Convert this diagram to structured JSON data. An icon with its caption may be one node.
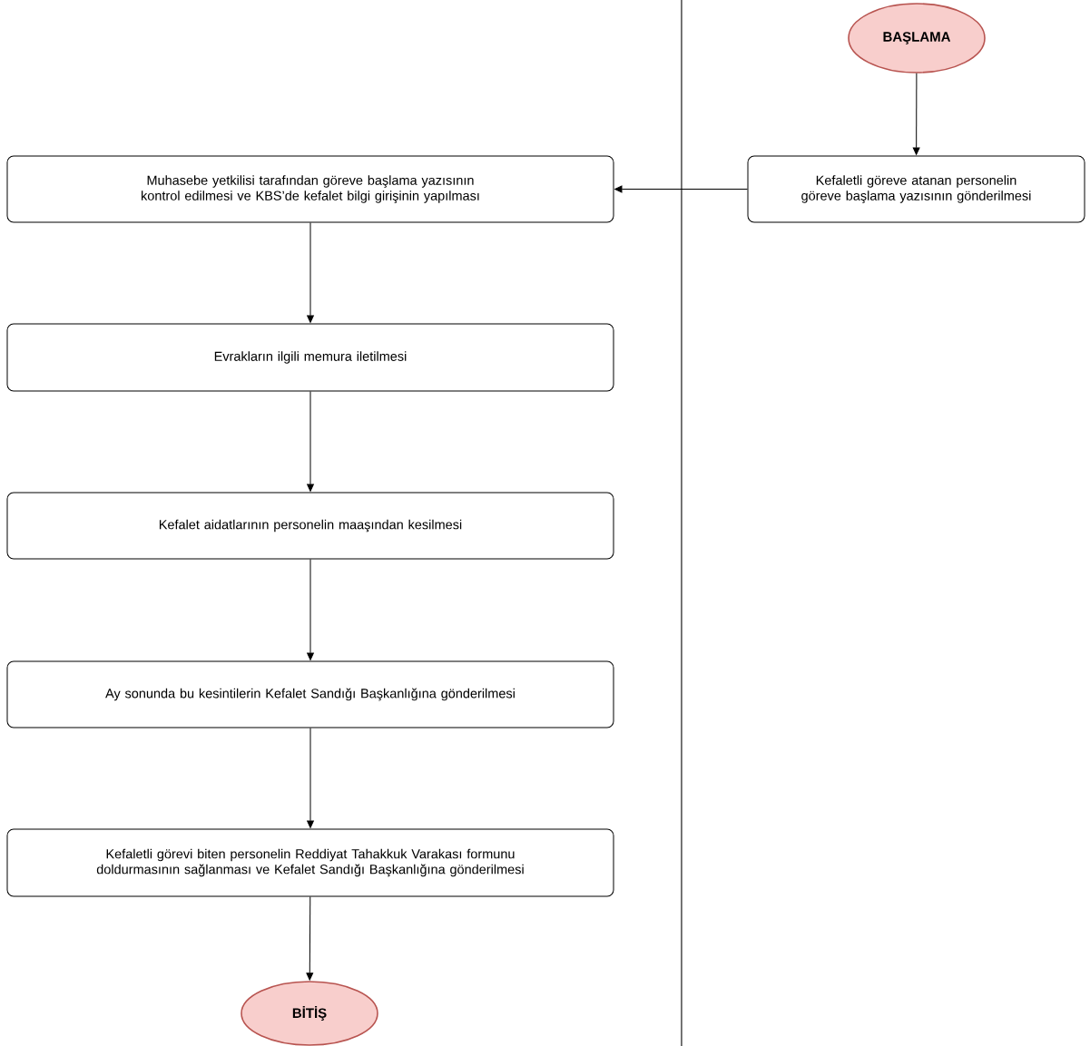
{
  "diagram": {
    "nodes": [
      {
        "text": [
          "BAŞLAMA"
        ]
      },
      {
        "text": [
          "Kefaletli göreve atanan personelin göreve başlama yazısının gönderilmesi"
        ]
      },
      {
        "text": [
          "Muhasebe yetkilisi tarafından göreve başlama yazısının kontrol edilmesi ve KBS’de kefalet bilgi girişinin yapılması"
        ]
      },
      {
        "text": [
          "Evrakların ilgili memura iletilmesi"
        ]
      },
      {
        "text": [
          "Kefalet aidatlarının personelin maaşından kesilmesi"
        ]
      },
      {
        "text": [
          "Ay sonunda bu kesintilerin Kefalet Sandığı Başkanlığına gönderilmesi"
        ]
      },
      {
        "text": [
          "Kefaletli görevi biten personelin Reddiyat Tahakkuk Varakası formunu doldurmasının sağlanması ve Kefalet Sandığı Başkanlığına gönderilmesi"
        ]
      },
      {
        "text": [
          "BİTİŞ"
        ]
      }
    ],
    "edges": [
      {
        "from": 0,
        "to": 1,
        "arrow": "to"
      },
      {
        "from": 1,
        "to": 2,
        "arrow": "to"
      },
      {
        "from": 2,
        "to": 3,
        "arrow": "to"
      },
      {
        "from": 3,
        "to": 4,
        "arrow": "to"
      },
      {
        "from": 4,
        "to": 5,
        "arrow": "to"
      },
      {
        "from": 5,
        "to": 6,
        "arrow": "to"
      },
      {
        "from": 6,
        "to": 7,
        "arrow": "to"
      }
    ]
  }
}
